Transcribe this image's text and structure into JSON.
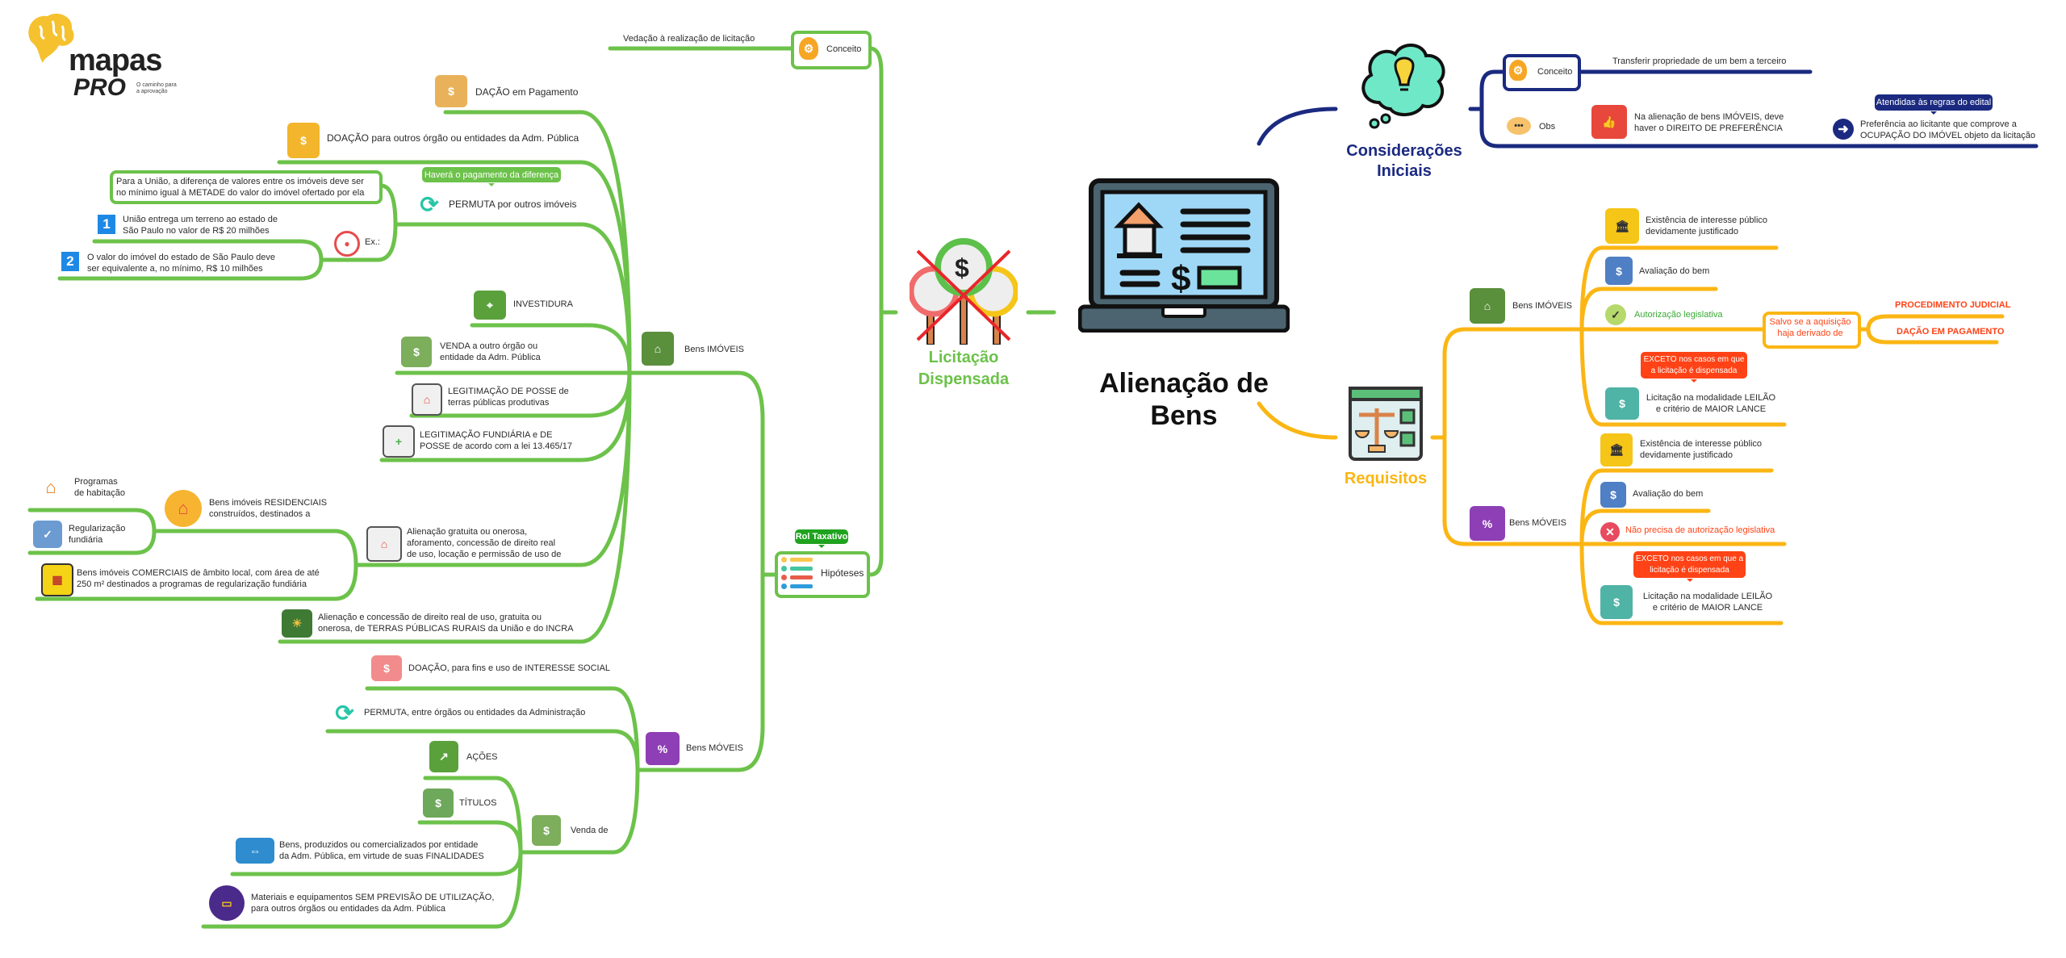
{
  "logo": {
    "brand_top": "mapas",
    "brand_bottom": "PRO",
    "tagline": "O caminho para\na aprovação"
  },
  "colors": {
    "green": "#6cc24a",
    "navy": "#1b2a80",
    "orange": "#fbb614",
    "red": "#ff4316",
    "legis_green": "#3aaa35"
  },
  "central": {
    "title": "Alienação de Bens"
  },
  "licitacao_dispensada": {
    "title": "Licitação\nDispensada",
    "conceito": {
      "label": "Conceito",
      "text": "Vedação à realização de licitação"
    },
    "hipoteses": {
      "label": "Hipóteses",
      "tag": "Rol Taxativo",
      "bens_imoveis": {
        "label": "Bens IMÓVEIS",
        "items": {
          "dacao": "DAÇÃO em Pagamento",
          "doacao": "DOAÇÃO para outros órgão ou entidades da Adm. Pública",
          "permuta": "PERMUTA por outros imóveis",
          "permuta_tag": "Haverá o pagamento da diferença",
          "permuta_note": "Para a União, a diferença de valores entre os imóveis deve ser\nno mínimo igual à METADE do valor do imóvel ofertado por ela",
          "ex_label": "Ex.:",
          "ex_1_num": "1",
          "ex_1": "União entrega um terreno ao estado de\nSão Paulo no valor de R$ 20 milhões",
          "ex_2_num": "2",
          "ex_2": "O valor do imóvel do estado de São Paulo deve\nser equivalente a, no mínimo, R$ 10 milhões",
          "investidura": "INVESTIDURA",
          "venda": "VENDA a outro órgão ou\nentidade da Adm. Pública",
          "leg_posse": "LEGITIMAÇÃO DE POSSE de\nterras públicas produtivas",
          "leg_fundiaria": "LEGITIMAÇÃO FUNDIÁRIA e DE\nPOSSE de acordo com a lei 13.465/17",
          "alienacao_gratuita": "Alienação gratuita ou onerosa,\naforamento, concessão de direito real\nde uso, locação e permissão de uso de",
          "residenciais": "Bens imóveis RESIDENCIAIS\nconstruídos, destinados a",
          "programas": "Programas\nde habitação",
          "regularizacao": "Regularização\nfundiária",
          "comerciais": "Bens imóveis COMERCIAIS de âmbito local, com área de até\n250 m² destinados a programas de regularização fundiária",
          "terras_rurais": "Alienação e concessão de direito real de uso, gratuita ou\nonerosa, de TERRAS PÚBLICAS RURAIS da União e do INCRA"
        }
      },
      "bens_moveis": {
        "label": "Bens MÓVEIS",
        "items": {
          "doacao": "DOAÇÃO, para fins e uso de INTERESSE SOCIAL",
          "permuta": "PERMUTA, entre órgãos ou entidades da Administração",
          "venda_de": "Venda de",
          "acoes": "AÇÕES",
          "titulos": "TÍTULOS",
          "bens_produzidos": "Bens, produzidos ou comercializados por entidade\nda Adm. Pública, em virtude de suas FINALIDADES",
          "materiais": "Materiais e equipamentos SEM PREVISÃO DE UTILIZAÇÃO,\npara outros órgãos ou entidades da Adm. Pública"
        }
      }
    }
  },
  "consideracoes": {
    "title": "Considerações\nIniciais",
    "conceito": {
      "label": "Conceito",
      "text": "Transferir propriedade de um bem a terceiro"
    },
    "obs": {
      "label": "Obs",
      "text": "Na alienação de bens IMÓVEIS, deve\nhaver o DIREITO DE PREFERÊNCIA",
      "tag": "Atendidas às regras do edital",
      "detail": "Preferência ao licitante que comprove a\nOCUPAÇÃO DO IMÓVEL objeto da licitação"
    }
  },
  "requisitos": {
    "title": "Requisitos",
    "bens_imoveis": {
      "label": "Bens IMÓVEIS",
      "interesse": "Existência de interesse público\ndevidamente justificado",
      "avaliacao": "Avaliação do bem",
      "autorizacao": "Autorização legislativa",
      "salvo": "Salvo se a aquisição\nhaja derivado de",
      "proc_judicial": "PROCEDIMENTO JUDICIAL",
      "dacao": "DAÇÃO EM PAGAMENTO",
      "exceto_tag": "EXCETO nos casos em que\na licitação é dispensada",
      "leilao": "Licitação na modalidade LEILÃO\ne critério de MAIOR LANCE"
    },
    "bens_moveis": {
      "label": "Bens MÓVEIS",
      "interesse": "Existência de interesse público\ndevidamente justificado",
      "avaliacao": "Avaliação do bem",
      "nao_precisa": "Não precisa de autorização legislativa",
      "exceto_tag": "EXCETO nos casos em que a\nlicitação é dispensada",
      "leilao": "Licitação na modalidade LEILÃO\ne critério de MAIOR LANCE"
    }
  }
}
